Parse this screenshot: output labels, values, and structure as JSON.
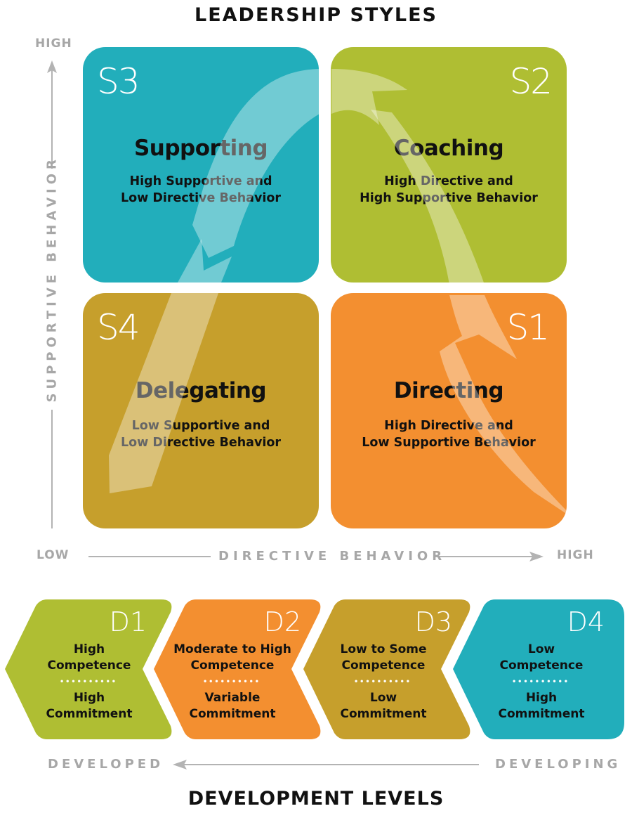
{
  "leadership": {
    "title": "LEADERSHIP STYLES",
    "y_axis": {
      "label": "SUPPORTIVE BEHAVIOR",
      "high": "HIGH",
      "low": "LOW"
    },
    "x_axis": {
      "label": "DIRECTIVE BEHAVIOR",
      "low": "LOW",
      "high": "HIGH"
    },
    "quadrants": [
      {
        "id": "S3",
        "name": "Supporting",
        "line1": "High Supportive and",
        "line2": "Low Directive Behavior",
        "color": "#22aebb"
      },
      {
        "id": "S2",
        "name": "Coaching",
        "line1": "High Directive and",
        "line2": "High Supportive Behavior",
        "color": "#afbe33"
      },
      {
        "id": "S4",
        "name": "Delegating",
        "line1": "Low Supportive and",
        "line2": "Low Directive Behavior",
        "color": "#c69f2c"
      },
      {
        "id": "S1",
        "name": "Directing",
        "line1": "High Directive and",
        "line2": "Low Supportive Behavior",
        "color": "#f38f30"
      }
    ]
  },
  "development": {
    "title": "DEVELOPMENT LEVELS",
    "axis": {
      "left": "DEVELOPED",
      "right": "DEVELOPING"
    },
    "separator": "••••••••••",
    "levels": [
      {
        "id": "D1",
        "competence_1": "High",
        "competence_2": "Competence",
        "commitment_1": "High",
        "commitment_2": "Commitment",
        "color": "#afbe33"
      },
      {
        "id": "D2",
        "competence_1": "Moderate to High",
        "competence_2": "Competence",
        "commitment_1": "Variable",
        "commitment_2": "Commitment",
        "color": "#f38f30"
      },
      {
        "id": "D3",
        "competence_1": "Low to Some",
        "competence_2": "Competence",
        "commitment_1": "Low",
        "commitment_2": "Commitment",
        "color": "#c69f2c"
      },
      {
        "id": "D4",
        "competence_1": "Low",
        "competence_2": "Competence",
        "commitment_1": "High",
        "commitment_2": "Commitment",
        "color": "#22aebb"
      }
    ]
  }
}
